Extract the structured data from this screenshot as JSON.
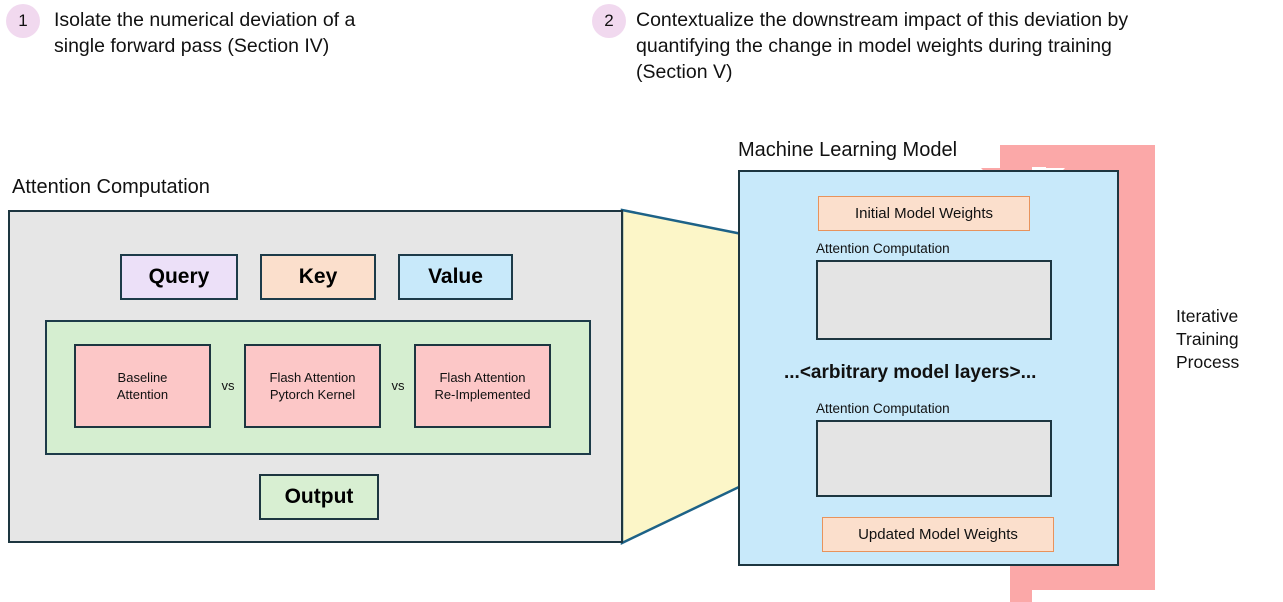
{
  "bullets": [
    {
      "number": "1",
      "text": "Isolate the numerical deviation of a\nsingle forward pass (Section IV)"
    },
    {
      "number": "2",
      "text": "Contextualize the downstream impact of this deviation by\nquantifying the change in model weights during training\n(Section V)"
    }
  ],
  "left_panel": {
    "title": "Attention Computation",
    "inputs": [
      {
        "label": "Query",
        "color": "#ece0f8"
      },
      {
        "label": "Key",
        "color": "#fbdfcc"
      },
      {
        "label": "Value",
        "color": "#c8e9fa"
      }
    ],
    "implementations": [
      {
        "label": "Baseline\nAttention"
      },
      {
        "label": "Flash Attention\nPytorch Kernel"
      },
      {
        "label": "Flash Attention\nRe-Implemented"
      }
    ],
    "separators": [
      "vs",
      "vs"
    ],
    "output_label": "Output"
  },
  "right_panel": {
    "title": "Machine Learning Model",
    "initial_weights_label": "Initial Model Weights",
    "attention_label_top": "Attention Computation",
    "layers_label": "...<arbitrary model layers>...",
    "attention_label_bottom": "Attention Computation",
    "updated_weights_label": "Updated Model Weights"
  },
  "side_note": {
    "text": "Iterative\nTraining\nProcess"
  },
  "colors": {
    "bullet_circle": "#f1d9ef",
    "panel_border": "#1d3640",
    "left_panel_bg": "#e6e6e6",
    "right_panel_bg": "#c8e9fa",
    "connector_fill": "#fcf6c8",
    "connector_stroke": "#1d6287",
    "arrow_pink": "#fba8a8",
    "green_band": "#d5eed0",
    "impl_box": "#fcc7c7",
    "weights_box": "#fbdfcc"
  }
}
